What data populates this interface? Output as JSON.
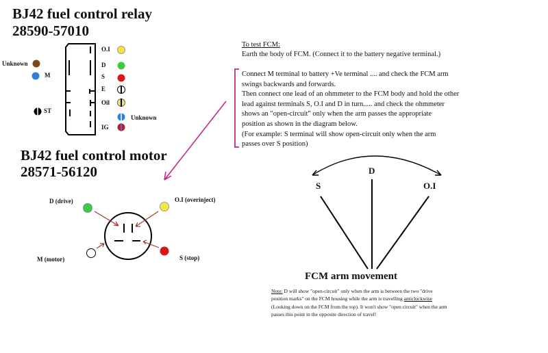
{
  "relay": {
    "title": "BJ42 fuel control relay",
    "part_number": "28590-57010",
    "terminals_right": [
      "O.I",
      "D",
      "S",
      "E",
      "Oil",
      "IG"
    ],
    "unknown_right": "Unknown",
    "unknown_left": "Unknown",
    "m_label": "M",
    "st_label": "ST"
  },
  "motor": {
    "title": "BJ42 fuel control motor",
    "part_number": "28571-56120",
    "d_label": "D (drive)",
    "oi_label": "O.I (overinject)",
    "m_label": "M (motor)",
    "s_label": "S (stop)"
  },
  "instructions": {
    "heading": "To test FCM:",
    "line1": "Earth the body of FCM. (Connect it to the battery  negative terminal.)",
    "p2": [
      "Connect M terminal to battery +Ve terminal .... and check the FCM arm",
      "swings backwards and forwards.",
      "Then connect one lead of an ohmmeter to the FCM body and hold the other",
      "lead against terminals S, O.I and D in turn..... and check the ohmmeter",
      "shows an \"open-circuit\" only when the arm passes the appropriate",
      "position as shown in the diagram below.",
      "(For example: S terminal will show open-circuit only when the arm",
      "passes over S position)"
    ]
  },
  "arm_diagram": {
    "s": "S",
    "d": "D",
    "oi": "O.I",
    "caption": "FCM arm movement"
  },
  "note": {
    "label": "Note:",
    "l1": " D will show \"open-circuit\" only when the arm is between the two \"drive",
    "l2a": "position marks\" on the FCM housing while the arm is travelling ",
    "l2b": "anticlockwise",
    "l3": "(Looking down on the FCM from the top). It won't show \"open circuit\" when the arm",
    "l4": "passes this point in the opposite direction of travel!"
  },
  "colors": {
    "yellow": "#f5e642",
    "green": "#3ccc3c",
    "red": "#d81818",
    "brown": "#7a4a1e",
    "blue": "#2e7ed6",
    "magenta": "#c0288a",
    "arrow": "#a03a2a",
    "ig": "#b0203a"
  }
}
